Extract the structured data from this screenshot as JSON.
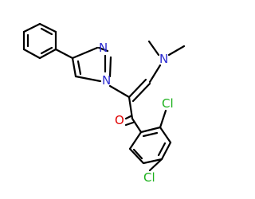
{
  "molecule": {
    "colors": {
      "bond": "#000000",
      "carbon": "#000000",
      "nitrogen": "#2a2ad0",
      "oxygen": "#e00000",
      "chlorine": "#1db11d"
    },
    "atoms": {
      "imidazole_n3": "N",
      "imidazole_n1": "N",
      "amine_n": "N",
      "carbonyl_o": "O",
      "cl_ortho": "Cl",
      "cl_para": "Cl"
    }
  }
}
